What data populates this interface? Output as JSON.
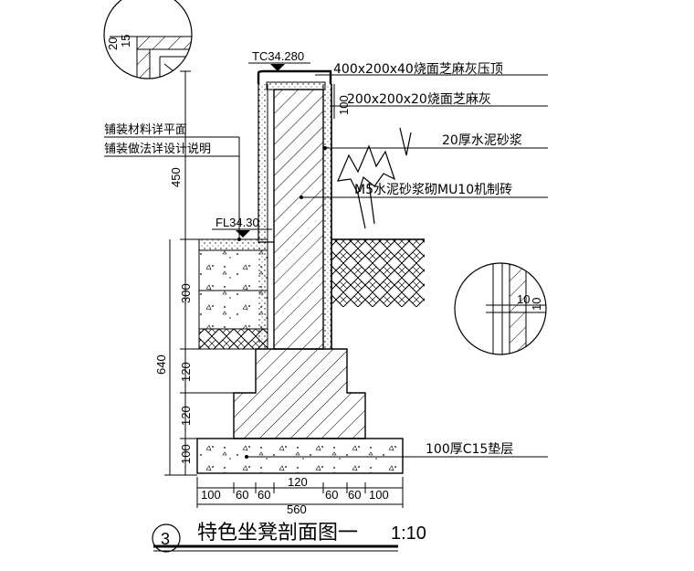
{
  "elevations": {
    "top": "TC34.280",
    "floor": "FL34.30"
  },
  "callouts": {
    "coping": "400x200x40烧面芝麻灰压顶",
    "facing": "200x200x20烧面芝麻灰",
    "mortar": "20厚水泥砂浆",
    "brick": "M5水泥砂浆砌MU10机制砖",
    "paving_plan": "铺装材料详平面",
    "paving_method": "铺装做法详设计说明",
    "base": "100厚C15垫层"
  },
  "dimensions": {
    "detail_top_a": "20",
    "detail_top_b": "15",
    "wall_right": "100",
    "left_450": "450",
    "left_300": "300",
    "left_640": "640",
    "left_120a": "120",
    "left_120b": "120",
    "left_100": "100",
    "bottom": [
      "100",
      "60",
      "60",
      "120",
      "60",
      "60",
      "100"
    ],
    "bottom_total": "560",
    "detail_right_a": "10",
    "detail_right_b": "10"
  },
  "title": {
    "number": "3",
    "text": "特色坐凳剖面图一",
    "scale": "1:10"
  }
}
